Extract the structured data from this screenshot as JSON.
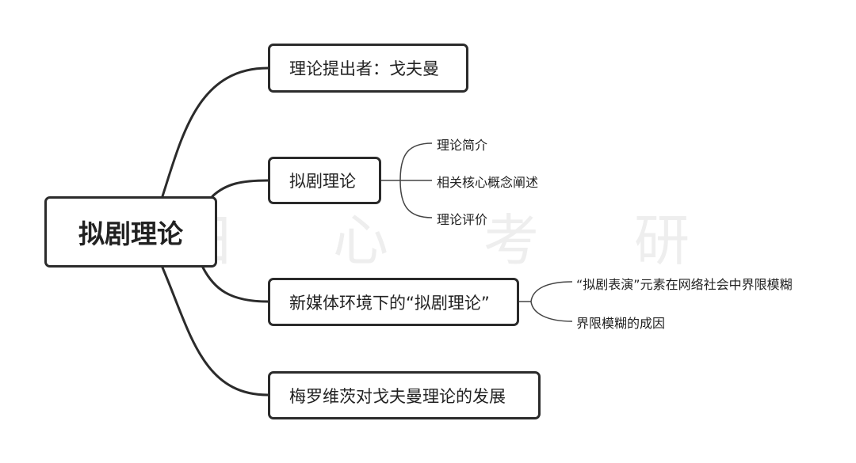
{
  "watermark": [
    "田",
    "心",
    "考",
    "研"
  ],
  "root": "拟剧理论",
  "branches": [
    {
      "label": "理论提出者：戈夫曼",
      "children": []
    },
    {
      "label": "拟剧理论",
      "children": [
        "理论简介",
        "相关核心概念阐述",
        "理论评价"
      ]
    },
    {
      "label": "新媒体环境下的“拟剧理论”",
      "children": [
        "“拟剧表演”元素在网络社会中界限模糊",
        "界限模糊的成因"
      ]
    },
    {
      "label": "梅罗维茨对戈夫曼理论的发展",
      "children": []
    }
  ],
  "colors": {
    "line": "#2b2b2b",
    "watermark": "#eeeeee"
  }
}
